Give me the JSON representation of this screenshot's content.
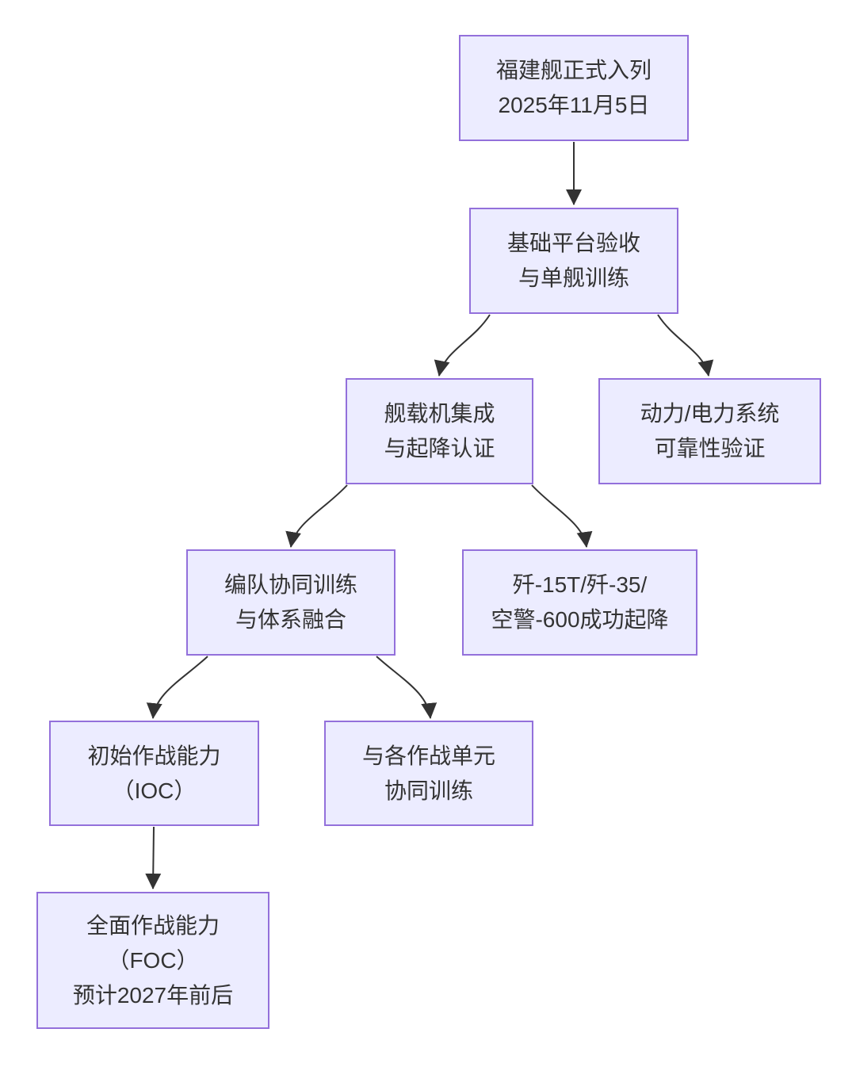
{
  "diagram": {
    "type": "flowchart",
    "direction": "top-down",
    "style": {
      "background": "#ffffff",
      "node_fill": "#ECECFF",
      "node_border": "#9370DB",
      "text_color": "#333333",
      "arrow_color": "#333333"
    },
    "nodes": [
      {
        "id": "A",
        "label": "福建舰正式入列\n2025年11月5日"
      },
      {
        "id": "B",
        "label": "基础平台验收\n与单舰训练"
      },
      {
        "id": "C",
        "label": "舰载机集成\n与起降认证"
      },
      {
        "id": "D",
        "label": "动力/电力系统\n可靠性验证"
      },
      {
        "id": "E",
        "label": "编队协同训练\n与体系融合"
      },
      {
        "id": "F",
        "label": "歼-15T/歼-35/\n空警-600成功起降"
      },
      {
        "id": "G",
        "label": "初始作战能力\n（IOC）"
      },
      {
        "id": "H",
        "label": "与各作战单元\n协同训练"
      },
      {
        "id": "I",
        "label": "全面作战能力\n（FOC）\n预计2027年前后"
      }
    ],
    "edges": [
      {
        "from": "A",
        "to": "B"
      },
      {
        "from": "B",
        "to": "C"
      },
      {
        "from": "B",
        "to": "D"
      },
      {
        "from": "C",
        "to": "E"
      },
      {
        "from": "C",
        "to": "F"
      },
      {
        "from": "E",
        "to": "G"
      },
      {
        "from": "E",
        "to": "H"
      },
      {
        "from": "G",
        "to": "I"
      }
    ]
  }
}
